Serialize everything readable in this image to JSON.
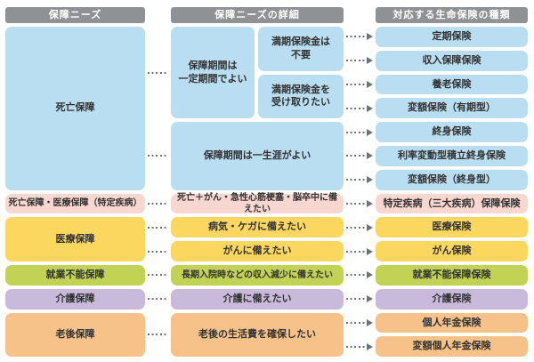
{
  "palette": {
    "blue": "#b9def1",
    "pink": "#f8d7d0",
    "yellow": "#fbd75f",
    "green": "#c1d254",
    "purple": "#c9badb",
    "orange": "#f6c289",
    "header_bg": "#8e9295",
    "header_text": "#ffffff",
    "box_text": "#323232",
    "connector": "#6f7376"
  },
  "columns": {
    "needs": {
      "header": "保障ニーズ",
      "items": [
        {
          "label": "死亡保障",
          "color": "blue",
          "rows": [
            0,
            6
          ]
        },
        {
          "label": "死亡保障・医療保障（特定疾病）",
          "color": "pink",
          "rows": [
            7,
            7
          ],
          "small": true
        },
        {
          "label": "医療保障",
          "color": "yellow",
          "rows": [
            8,
            9
          ]
        },
        {
          "label": "就業不能保障",
          "color": "green",
          "rows": [
            10,
            10
          ]
        },
        {
          "label": "介護保障",
          "color": "purple",
          "rows": [
            11,
            11
          ]
        },
        {
          "label": "老後保障",
          "color": "orange",
          "rows": [
            12,
            13
          ]
        }
      ]
    },
    "details": {
      "header": "保障ニーズの詳細",
      "items": [
        {
          "label": "保障期間は\n一定期間でよい",
          "color": "blue",
          "rows": [
            0,
            3
          ],
          "slot": "left"
        },
        {
          "label": "満期保険金は\n不要",
          "color": "blue",
          "rows": [
            0,
            1
          ],
          "slot": "right"
        },
        {
          "label": "満期保険金を\n受け取りたい",
          "color": "blue",
          "rows": [
            2,
            3
          ],
          "slot": "right"
        },
        {
          "label": "保障期間は一生涯がよい",
          "color": "blue",
          "rows": [
            4,
            6
          ]
        },
        {
          "label": "死亡＋がん・急性心筋梗塞・脳卒中に備えたい",
          "color": "pink",
          "rows": [
            7,
            7
          ],
          "small": true
        },
        {
          "label": "病気・ケガに備えたい",
          "color": "yellow",
          "rows": [
            8,
            8
          ]
        },
        {
          "label": "がんに備えたい",
          "color": "yellow",
          "rows": [
            9,
            9
          ]
        },
        {
          "label": "長期入院時などの収入減少に備えたい",
          "color": "green",
          "rows": [
            10,
            10
          ],
          "small": true
        },
        {
          "label": "介護に備えたい",
          "color": "purple",
          "rows": [
            11,
            11
          ]
        },
        {
          "label": "老後の生活費を確保したい",
          "color": "orange",
          "rows": [
            12,
            13
          ]
        }
      ]
    },
    "products": {
      "header": "対応する生命保険の種類",
      "items": [
        {
          "label": "定期保険",
          "color": "blue",
          "rows": [
            0,
            0
          ]
        },
        {
          "label": "収入保障保険",
          "color": "blue",
          "rows": [
            1,
            1
          ]
        },
        {
          "label": "養老保険",
          "color": "blue",
          "rows": [
            2,
            2
          ]
        },
        {
          "label": "変額保険（有期型）",
          "color": "blue",
          "rows": [
            3,
            3
          ]
        },
        {
          "label": "終身保険",
          "color": "blue",
          "rows": [
            4,
            4
          ]
        },
        {
          "label": "利率変動型積立終身保険",
          "color": "blue",
          "rows": [
            5,
            5
          ]
        },
        {
          "label": "変額保険（終身型）",
          "color": "blue",
          "rows": [
            6,
            6
          ]
        },
        {
          "label": "特定疾病（三大疾病）保障保険",
          "color": "pink",
          "rows": [
            7,
            7
          ]
        },
        {
          "label": "医療保険",
          "color": "yellow",
          "rows": [
            8,
            8
          ]
        },
        {
          "label": "がん保険",
          "color": "yellow",
          "rows": [
            9,
            9
          ]
        },
        {
          "label": "就業不能保障保険",
          "color": "green",
          "rows": [
            10,
            10
          ]
        },
        {
          "label": "介護保険",
          "color": "purple",
          "rows": [
            11,
            11
          ]
        },
        {
          "label": "個人年金保険",
          "color": "orange",
          "rows": [
            12,
            12
          ]
        },
        {
          "label": "変額個人年金保険",
          "color": "orange",
          "rows": [
            13,
            13
          ]
        }
      ]
    }
  },
  "connectors": {
    "needs_to_details": [
      [
        0,
        3
      ],
      [
        4,
        6
      ],
      [
        7,
        7
      ],
      [
        8,
        8
      ],
      [
        9,
        9
      ],
      [
        10,
        10
      ],
      [
        11,
        11
      ],
      [
        12,
        13
      ]
    ],
    "details_to_products": [
      [
        0,
        0
      ],
      [
        1,
        1
      ],
      [
        2,
        2
      ],
      [
        3,
        3
      ],
      [
        4,
        4
      ],
      [
        5,
        5
      ],
      [
        6,
        6
      ],
      [
        7,
        7
      ],
      [
        8,
        8
      ],
      [
        9,
        9
      ],
      [
        10,
        10
      ],
      [
        11,
        11
      ],
      [
        12,
        12
      ],
      [
        13,
        13
      ]
    ]
  }
}
